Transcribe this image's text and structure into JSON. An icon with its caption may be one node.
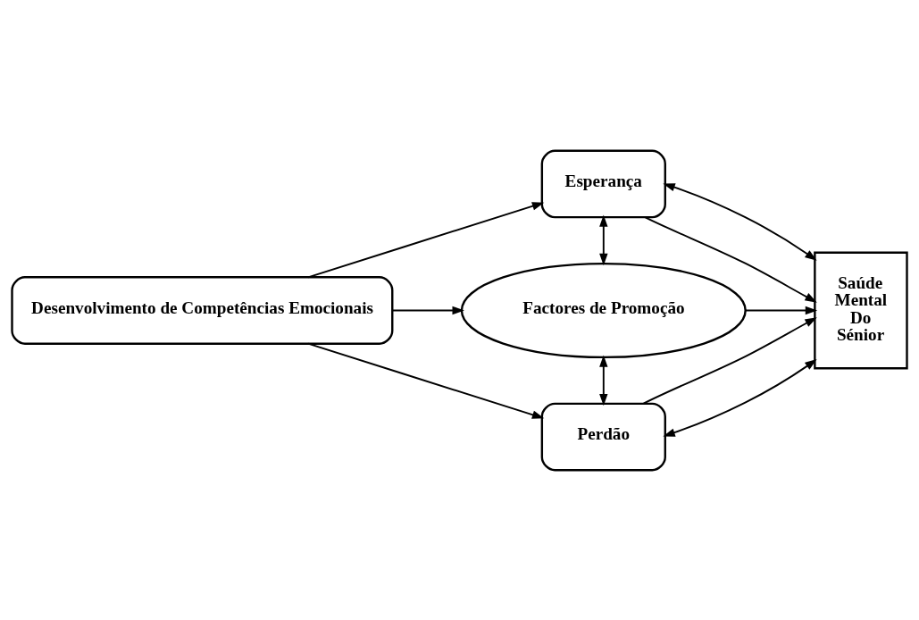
{
  "diagram": {
    "nodes": [
      {
        "text": [
          "Desenvolvimento de Competências Emocionais"
        ]
      },
      {
        "text": [
          "Esperança"
        ]
      },
      {
        "text": [
          "Factores de Promoção"
        ]
      },
      {
        "text": [
          "Perdão"
        ]
      },
      {
        "text": [
          "Saúde Mental Do Sénior"
        ]
      }
    ],
    "edges": [
      {
        "from": 0,
        "to": 1,
        "arrow": "to"
      },
      {
        "from": 0,
        "to": 2,
        "arrow": "to"
      },
      {
        "from": 0,
        "to": 3,
        "arrow": "to"
      },
      {
        "from": 1,
        "to": 2,
        "arrow": "both"
      },
      {
        "from": 2,
        "to": 3,
        "arrow": "both"
      },
      {
        "from": 1,
        "to": 4,
        "arrow": "to"
      },
      {
        "from": 1,
        "to": 4,
        "arrow": "both"
      },
      {
        "from": 2,
        "to": 4,
        "arrow": "to"
      },
      {
        "from": 3,
        "to": 4,
        "arrow": "both"
      },
      {
        "from": 3,
        "to": 4,
        "arrow": "to"
      }
    ]
  }
}
